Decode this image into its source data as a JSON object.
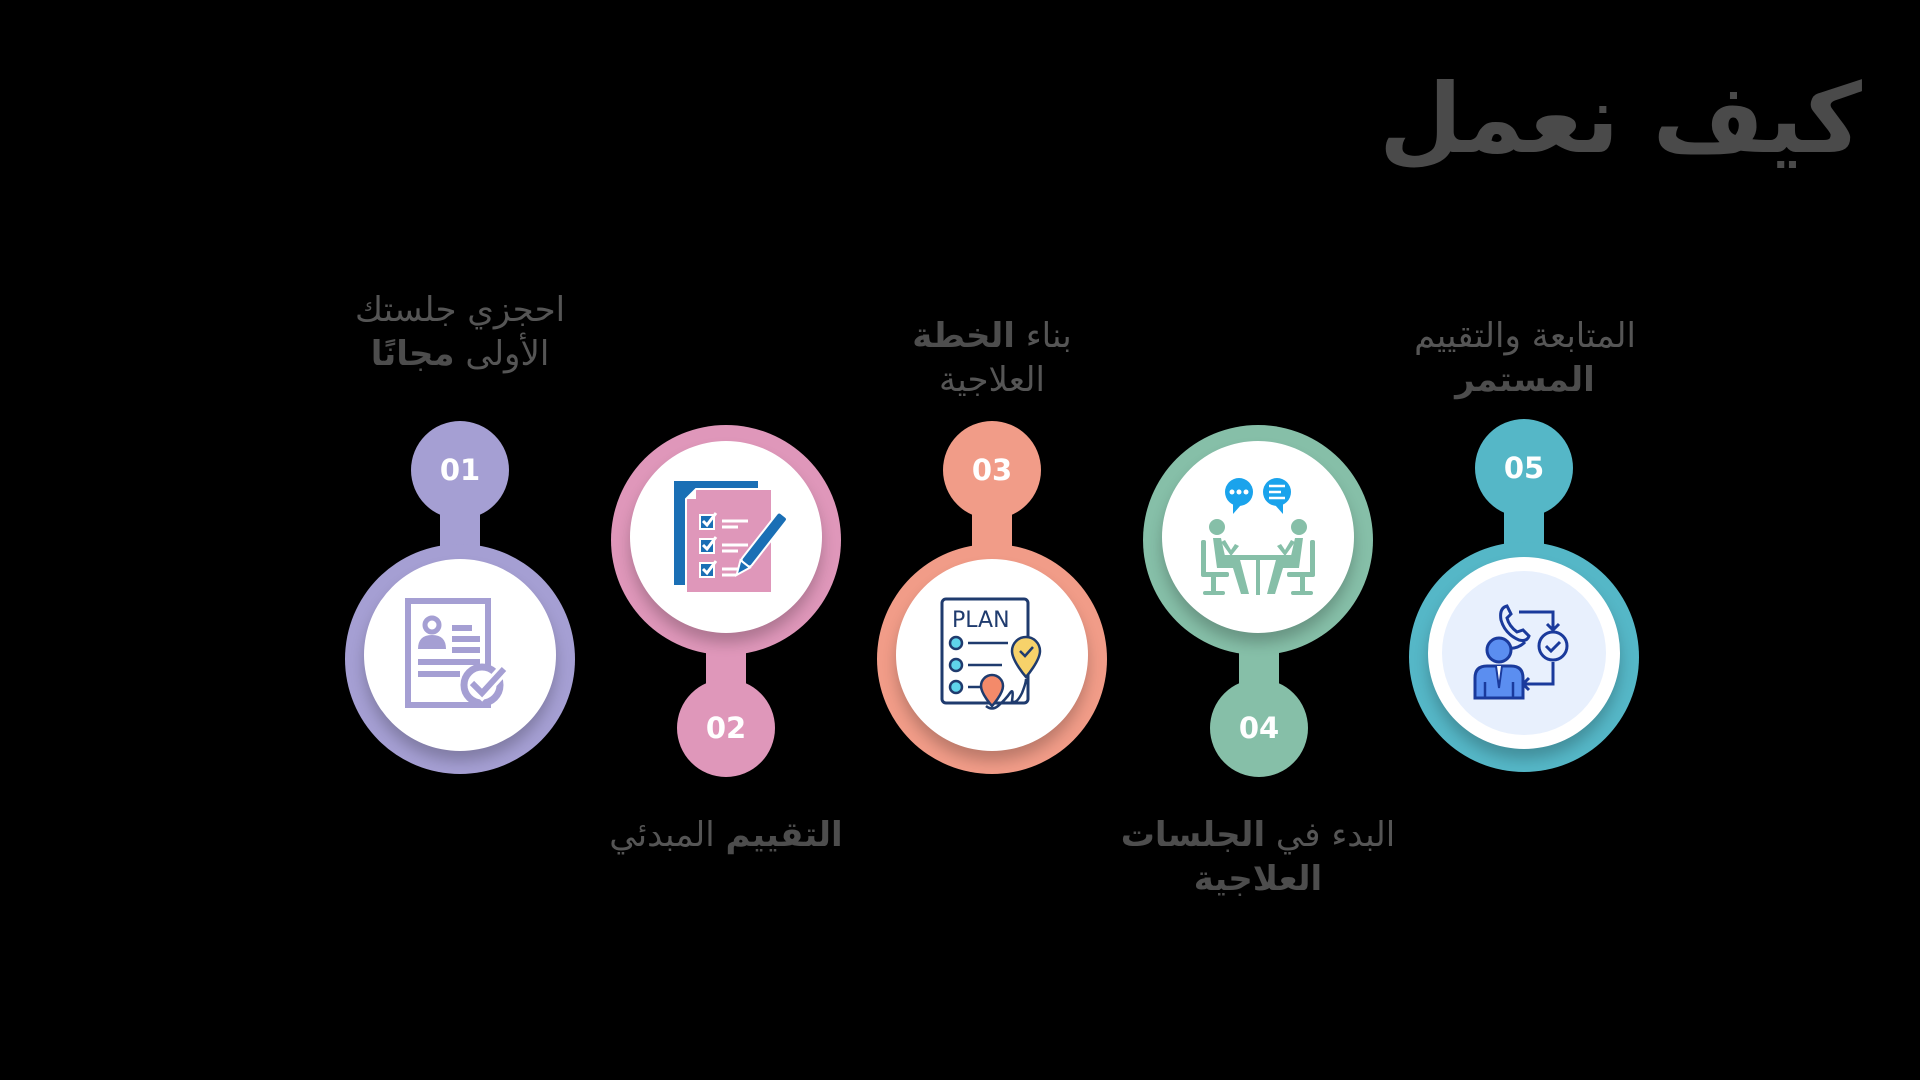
{
  "title": "كيف نعمل",
  "colors": {
    "background": "#000000",
    "text": "#555555",
    "title": "#4a4a4a"
  },
  "steps": [
    {
      "number": "01",
      "color": "#a59fd3",
      "label_line1": "احجزي جلستك",
      "label_line2_regular": "الأولى ",
      "label_line2_bold": "مجانًا",
      "icon": "profile-document-check-icon",
      "layout": "number-top"
    },
    {
      "number": "02",
      "color": "#df97ba",
      "label_bold": "التقييم",
      "label_regular": " المبدئي",
      "icon": "checklist-pencil-icon",
      "layout": "number-bottom"
    },
    {
      "number": "03",
      "color": "#f19c88",
      "label_line1_regular": "بناء ",
      "label_line1_bold": "الخطة",
      "label_line2": "العلاجية",
      "icon": "plan-map-icon",
      "layout": "number-top"
    },
    {
      "number": "04",
      "color": "#86bfa8",
      "label_line1_regular": "البدء في ",
      "label_line1_bold": "الجلسات",
      "label_line2_bold": "العلاجية",
      "icon": "therapy-session-icon",
      "layout": "number-bottom"
    },
    {
      "number": "05",
      "color": "#55b7c7",
      "label_line1": "المتابعة والتقييم",
      "label_line2_bold": "المستمر",
      "icon": "followup-call-icon",
      "layout": "number-top"
    }
  ]
}
